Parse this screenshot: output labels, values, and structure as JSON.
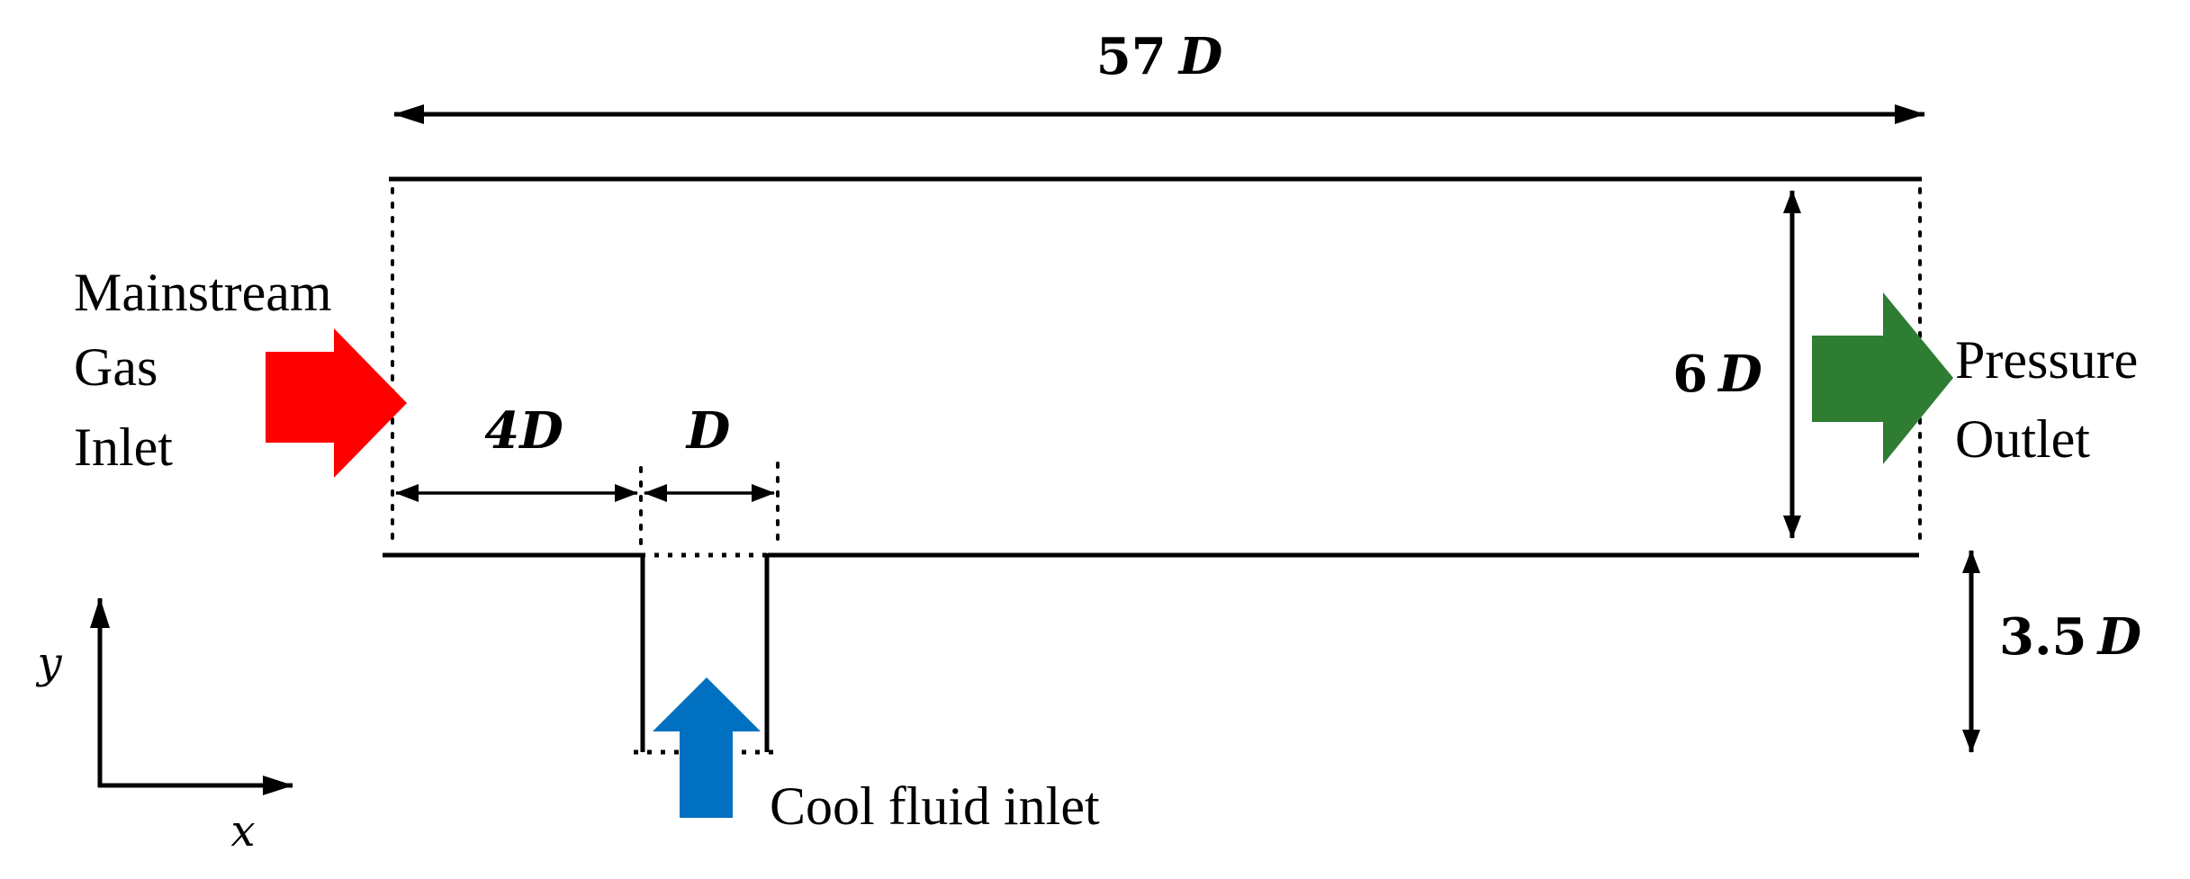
{
  "dimensions": {
    "total_length": {
      "number": "57",
      "variable": "D"
    },
    "height": {
      "number": "6",
      "variable": "D"
    },
    "plenum_depth": {
      "number": "3.5",
      "variable": "D"
    },
    "upstream_gap": {
      "number": "4",
      "variable": "D"
    },
    "slot_width": {
      "number": "",
      "variable": "D"
    }
  },
  "boundaries": {
    "inlet": {
      "lines": [
        "Mainstream",
        "Gas",
        "Inlet"
      ],
      "color": "#ff0000"
    },
    "outlet": {
      "lines": [
        "Pressure",
        "Outlet"
      ],
      "color": "#2e7d32"
    },
    "coolant": {
      "label": "Cool fluid inlet",
      "color": "#0070c0"
    }
  },
  "axes": {
    "x": "x",
    "y": "y"
  }
}
